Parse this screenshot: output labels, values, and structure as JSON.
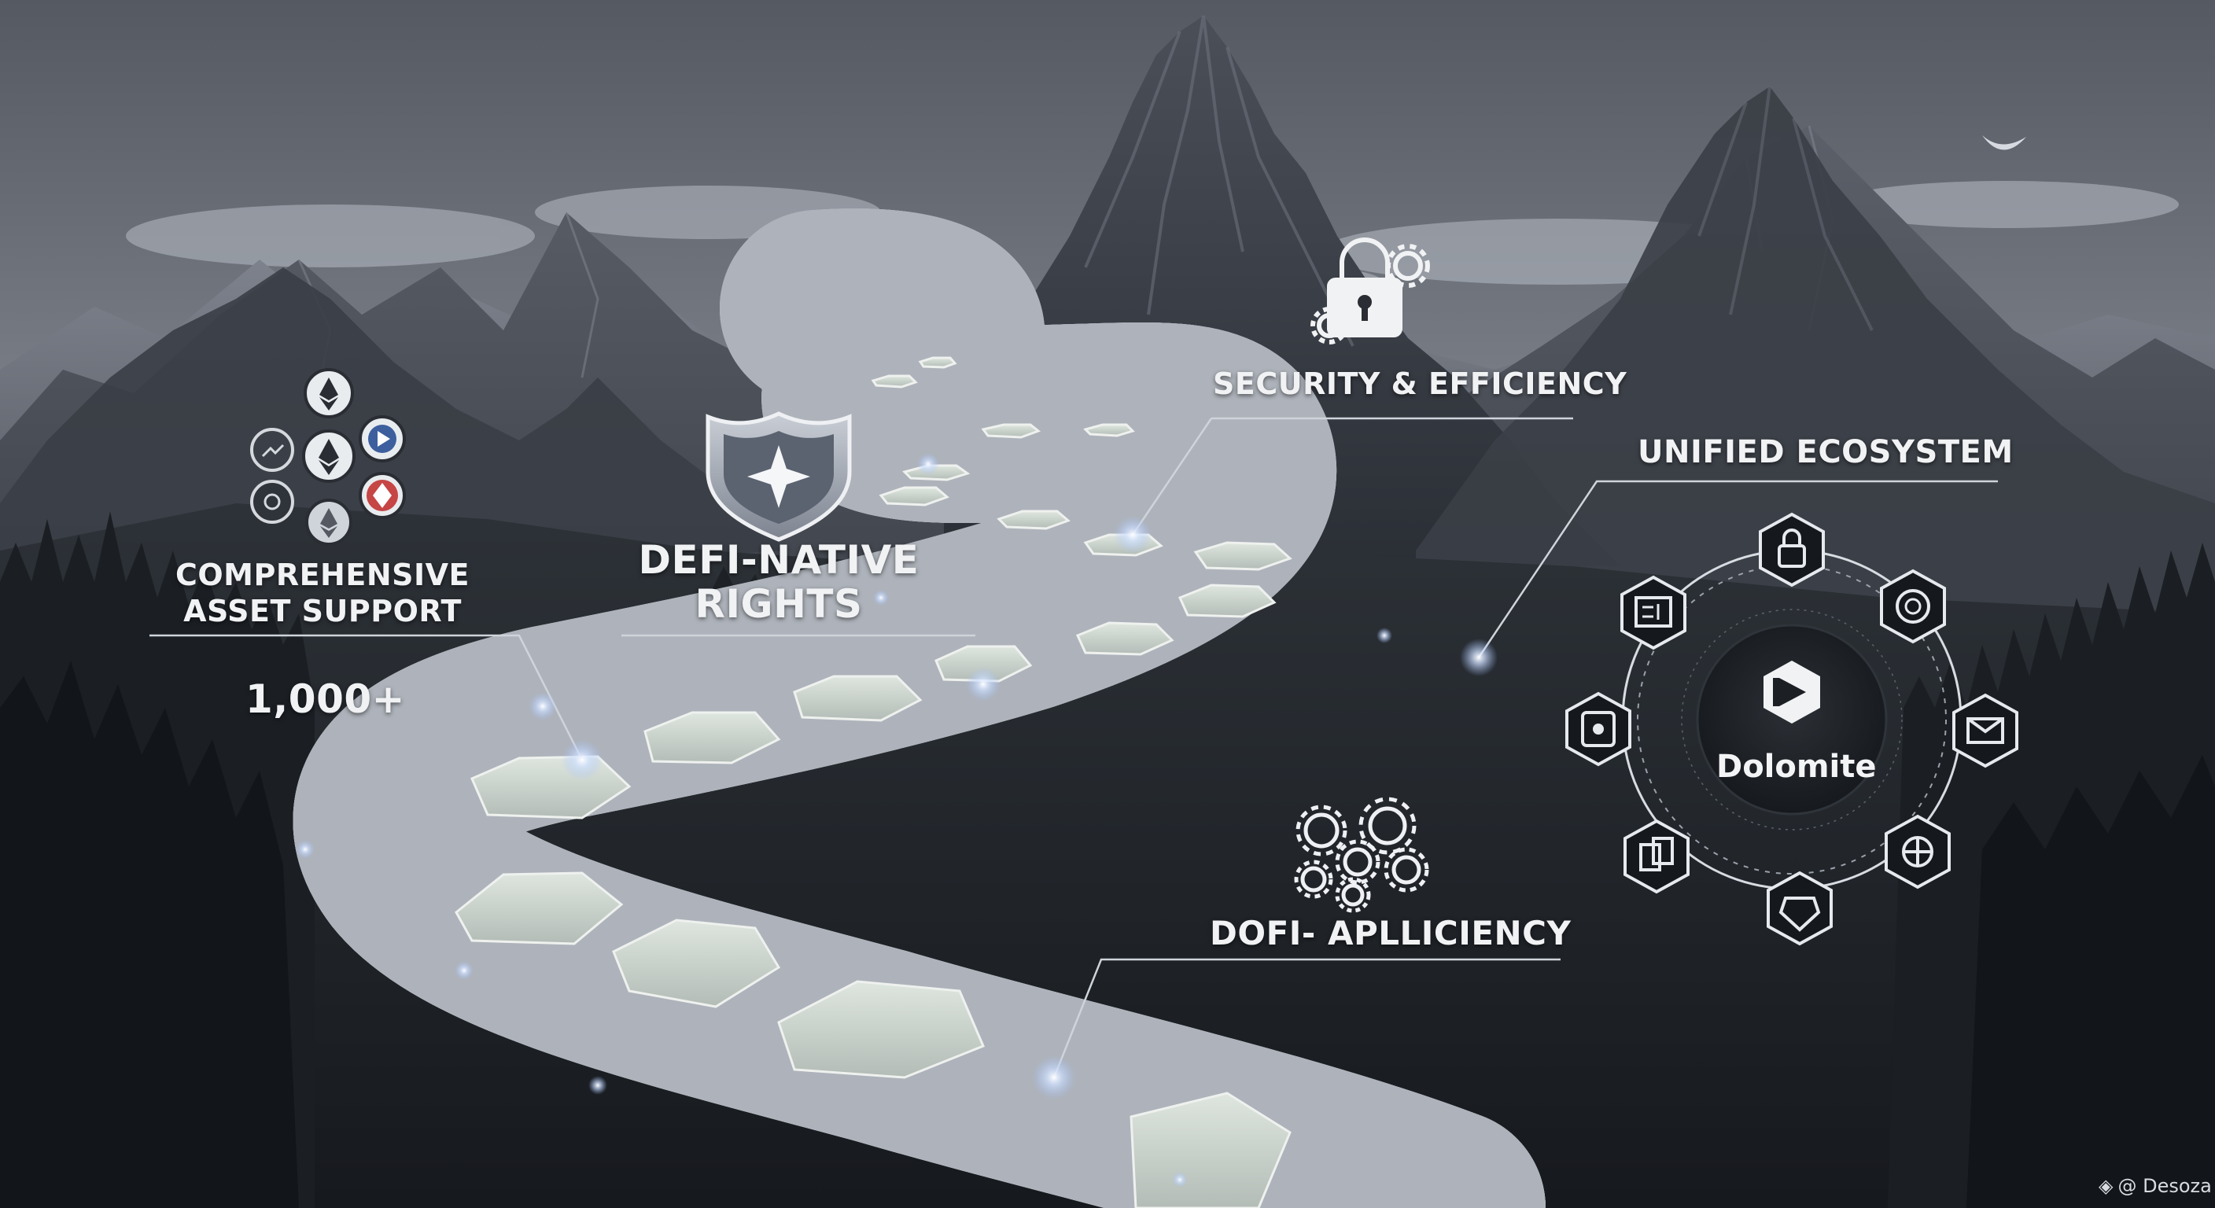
{
  "labels": {
    "asset_support_line1": "COMPREHENSIVE",
    "asset_support_line2": "ASSET SUPPORT",
    "asset_count": "1,000+",
    "rights_line1": "DEFI-NATIVE",
    "rights_line2": "RIGHTS",
    "security": "SECURITY & EFFICIENCY",
    "unified": "UNIFIED ECOSYSTEM",
    "dofi": "DOFI- APLLICIENCY",
    "hub": "Dolomite"
  },
  "watermark": "@ Desoza",
  "icons": {
    "asset_cluster": [
      "ethereum-coin-icon",
      "ethereum-coin-icon",
      "play-coin-icon",
      "satellite-coin-icon",
      "gear-coin-icon",
      "red-diamond-coin-icon",
      "ethereum-coin-icon"
    ],
    "shield": "shield-star-icon",
    "security": "lock-gears-icon",
    "dofi": "gears-cluster-icon",
    "hub": "dolomite-logo-icon",
    "ecosystem_ring": [
      "lock-icon",
      "coin-stack-icon",
      "envelope-icon",
      "cube-network-icon",
      "puzzle-icon",
      "document-stack-icon",
      "wallet-icon",
      "document-board-icon"
    ]
  },
  "colors": {
    "sky_top": "#5d6068",
    "sky_bottom": "#9aa0aa",
    "mountain": "#4a4e57",
    "forest": "#1e2328",
    "road": "#4a4f57",
    "tile": "#c9d2cc",
    "accent_red": "#c64545",
    "accent_blue": "#3d5f9e",
    "text": "#f1f2f4"
  }
}
